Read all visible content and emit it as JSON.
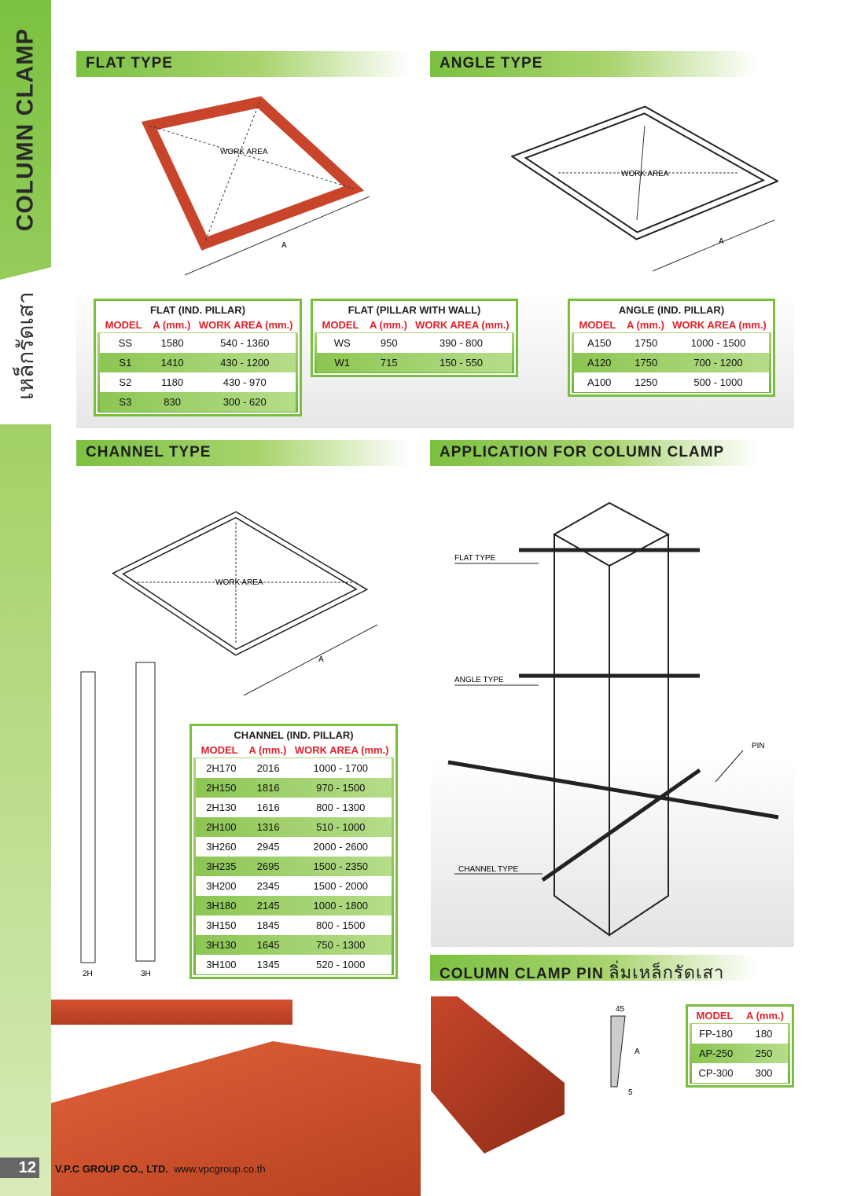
{
  "sidebar": {
    "title_en": "COLUMN CLAMP",
    "title_th": "เหล็กรัดเสา"
  },
  "sections": {
    "flat": "FLAT TYPE",
    "angle": "ANGLE TYPE",
    "channel": "CHANNEL TYPE",
    "application": "APPLICATION FOR COLUMN CLAMP",
    "pin": "COLUMN CLAMP PIN",
    "pin_th": "ลิ่มเหล็กรัดเสา"
  },
  "diagram_labels": {
    "work_area": "WORK AREA",
    "a": "A",
    "h2": "2H",
    "h3": "3H",
    "flat_type": "FLAT TYPE",
    "angle_type": "ANGLE TYPE",
    "pin": "PIN",
    "channel_type": "CHANNEL TYPE",
    "pin_w": "45",
    "pin_a": "A",
    "pin_t": "5"
  },
  "tables": {
    "flat_ind": {
      "title": "FLAT (IND. PILLAR)",
      "headers": [
        "MODEL",
        "A (mm.)",
        "WORK AREA (mm.)"
      ],
      "rows": [
        [
          "SS",
          "1580",
          "540 - 1360"
        ],
        [
          "S1",
          "1410",
          "430 - 1200"
        ],
        [
          "S2",
          "1180",
          "430 - 970"
        ],
        [
          "S3",
          "830",
          "300 - 620"
        ]
      ]
    },
    "flat_wall": {
      "title": "FLAT (PILLAR WITH WALL)",
      "headers": [
        "MODEL",
        "A (mm.)",
        "WORK AREA (mm.)"
      ],
      "rows": [
        [
          "WS",
          "950",
          "390 - 800"
        ],
        [
          "W1",
          "715",
          "150 - 550"
        ]
      ]
    },
    "angle_ind": {
      "title": "ANGLE (IND. PILLAR)",
      "headers": [
        "MODEL",
        "A (mm.)",
        "WORK AREA (mm.)"
      ],
      "rows": [
        [
          "A150",
          "1750",
          "1000 - 1500"
        ],
        [
          "A120",
          "1750",
          "700 - 1200"
        ],
        [
          "A100",
          "1250",
          "500 - 1000"
        ]
      ]
    },
    "channel_ind": {
      "title": "CHANNEL (IND. PILLAR)",
      "headers": [
        "MODEL",
        "A (mm.)",
        "WORK AREA (mm.)"
      ],
      "rows": [
        [
          "2H170",
          "2016",
          "1000 - 1700"
        ],
        [
          "2H150",
          "1816",
          "970 - 1500"
        ],
        [
          "2H130",
          "1616",
          "800 - 1300"
        ],
        [
          "2H100",
          "1316",
          "510 - 1000"
        ],
        [
          "3H260",
          "2945",
          "2000 - 2600"
        ],
        [
          "3H235",
          "2695",
          "1500 - 2350"
        ],
        [
          "3H200",
          "2345",
          "1500 - 2000"
        ],
        [
          "3H180",
          "2145",
          "1000 - 1800"
        ],
        [
          "3H150",
          "1845",
          "800 - 1500"
        ],
        [
          "3H130",
          "1645",
          "750 - 1300"
        ],
        [
          "3H100",
          "1345",
          "520 - 1000"
        ]
      ]
    },
    "pin": {
      "headers": [
        "MODEL",
        "A (mm.)"
      ],
      "rows": [
        [
          "FP-180",
          "180"
        ],
        [
          "AP-250",
          "250"
        ],
        [
          "CP-300",
          "300"
        ]
      ]
    }
  },
  "footer": {
    "page": "12",
    "company": "V.P.C GROUP CO., LTD.",
    "website": "www.vpcgroup.co.th"
  },
  "colors": {
    "green": "#7cc142",
    "red": "#e0202a",
    "steel": "#c8452c"
  }
}
